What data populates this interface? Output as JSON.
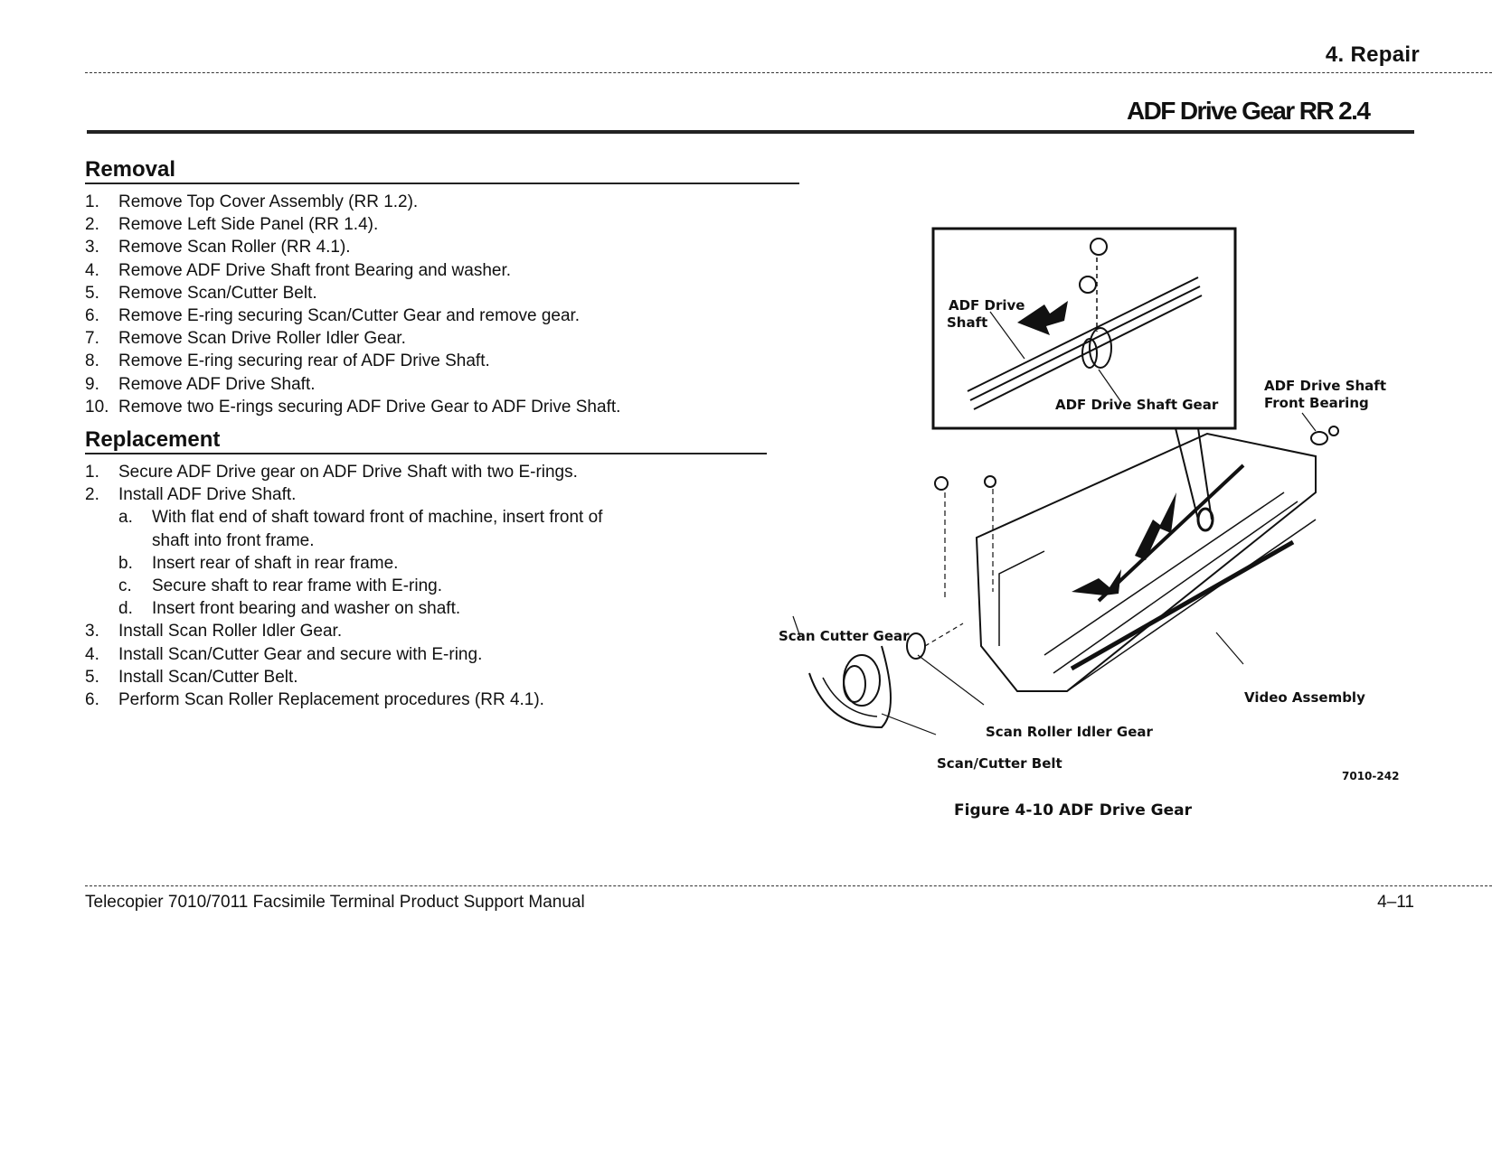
{
  "header": {
    "chapter": "4.  Repair",
    "procedure_title": "ADF Drive Gear  RR  2.4"
  },
  "removal": {
    "heading": "Removal",
    "steps": [
      {
        "num": "1.",
        "text": "Remove Top Cover Assembly (RR 1.2)."
      },
      {
        "num": "2.",
        "text": "Remove Left Side Panel (RR 1.4)."
      },
      {
        "num": "3.",
        "text": "Remove Scan Roller (RR 4.1)."
      },
      {
        "num": "4.",
        "text": "Remove ADF Drive Shaft front Bearing and washer."
      },
      {
        "num": "5.",
        "text": "Remove Scan/Cutter Belt."
      },
      {
        "num": "6.",
        "text": "Remove E-ring securing Scan/Cutter Gear and remove gear."
      },
      {
        "num": "7.",
        "text": "Remove Scan Drive Roller Idler Gear."
      },
      {
        "num": "8.",
        "text": "Remove E-ring securing rear of ADF Drive Shaft."
      },
      {
        "num": "9.",
        "text": "Remove ADF Drive Shaft."
      },
      {
        "num": "10.",
        "text": "Remove two E-rings securing ADF Drive Gear to ADF Drive Shaft."
      }
    ]
  },
  "replacement": {
    "heading": "Replacement",
    "steps": [
      {
        "num": "1.",
        "text": "Secure ADF Drive gear on ADF Drive Shaft with two E-rings."
      },
      {
        "num": "2.",
        "text": "Install ADF Drive Shaft."
      },
      {
        "num": "3.",
        "text": "Install Scan Roller Idler Gear."
      },
      {
        "num": "4.",
        "text": "Install Scan/Cutter Gear and secure with E-ring."
      },
      {
        "num": "5.",
        "text": "Install Scan/Cutter Belt."
      },
      {
        "num": "6.",
        "text": "Perform Scan Roller Replacement procedures (RR 4.1)."
      }
    ],
    "substeps": [
      {
        "letter": "a.",
        "line1": "With flat end of shaft toward front of machine, insert front of",
        "line2": "shaft into front frame."
      },
      {
        "letter": "b.",
        "line1": "Insert rear of shaft in rear frame."
      },
      {
        "letter": "c.",
        "line1": "Secure shaft to rear frame with E-ring."
      },
      {
        "letter": "d.",
        "line1": "Insert front bearing and washer on shaft."
      }
    ]
  },
  "figure": {
    "labels": {
      "adf_drive_shaft_1": "ADF Drive",
      "adf_drive_shaft_2": "Shaft",
      "adf_drive_shaft_gear": "ADF Drive Shaft Gear",
      "front_bearing_1": "ADF Drive Shaft",
      "front_bearing_2": "Front Bearing",
      "scan_cutter_gear": "Scan Cutter Gear",
      "video_assembly": "Video Assembly",
      "scan_roller_idler_gear": "Scan Roller Idler Gear",
      "scan_cutter_belt": "Scan/Cutter Belt",
      "figure_code": "7010-242"
    },
    "caption": "Figure 4-10 ADF Drive Gear"
  },
  "footer": {
    "manual_title": "Telecopier 7010/7011 Facsimile Terminal Product Support Manual",
    "page_number": "4–11"
  }
}
